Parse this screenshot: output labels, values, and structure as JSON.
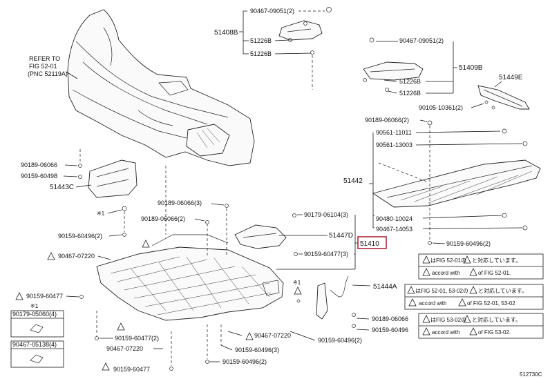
{
  "diagram_id": "512730C",
  "refer": {
    "line1": "REFER TO",
    "line2": "FIG 52-01",
    "line3": "(PNC 52119A)"
  },
  "labels": {
    "p90467_09051_top": "90467-09051(2)",
    "p51408B": "51408B",
    "p51226B_a": "51226B",
    "p51226B_b": "51226B",
    "p90467_09051_right": "90467-09051(2)",
    "p51409B": "51409B",
    "p51226B_c": "51226B",
    "p51226B_d": "51226B",
    "p51449E": "51449E",
    "p90105_10361": "90105-10361(2)",
    "p90189_06066_r": "90189-06066(2)",
    "p90561_11011": "90561-11011",
    "p90561_13003": "90561-13003",
    "p51442": "51442",
    "p90480_10024": "90480-10024",
    "p90467_14053": "90467-14053",
    "p90159_60496_r": "90159-60496(2)",
    "p90189_06066_l": "90189-06066",
    "p90159_60498": "90159-60498",
    "p51443C": "51443C",
    "p90189_06066_c1": "90189-06066(3)",
    "p90179_06104": "90179-06104(3)",
    "p90189_06066_c2": "90189-06066(2)",
    "p51447D": "51447D",
    "p51410": "51410",
    "p90159_60496_l": "90159-60496(2)",
    "p90159_60477_c": "90159-60477(3)",
    "p90467_07220_l": "90467-07220",
    "p51444A": "51444A",
    "p90159_60477_l": "90159-60477",
    "note1": "※1",
    "note1b": "※1",
    "p90179_05060": "90179-05060(4)",
    "p90467_05138": "90467-05138(4)",
    "p90189_06066_br": "90189-06066",
    "p90159_60496_br": "90159-60496",
    "p90159_60477_b": "90159-60477(2)",
    "p90467_07220_b": "90467-07220",
    "p90467_07220_b2": "90467-07220",
    "p90159_60496_b3": "90159-60496(2)",
    "p90159_60496_b4": "90159-60496(3)",
    "p90159_60496_b5": "90159-60496(2)",
    "p90159_60477_bb": "90159-60477"
  },
  "legend": [
    {
      "jp": "はFIG 52-01の",
      "jp2": "と対応しています。",
      "en": "accord with",
      "en2": "of FIG 52-01."
    },
    {
      "jp": "はFIG 52-01, 53-02の",
      "jp2": "と対応しています。",
      "en": "accord with",
      "en2": "of FIG 52-01, 53-02"
    },
    {
      "jp": "はFIG 53-02の",
      "jp2": "と対応しています。",
      "en": "accord with",
      "en2": "of FIG 53-02."
    }
  ],
  "colors": {
    "highlight": "#b0283c",
    "line": "#111111"
  }
}
